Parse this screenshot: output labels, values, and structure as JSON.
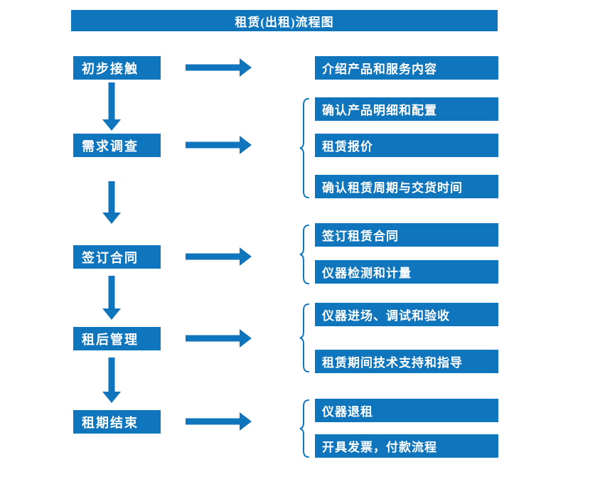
{
  "title": "租赁(出租)流程图",
  "colors": {
    "primary": "#0f75bc",
    "box_text": "#ffffff"
  },
  "steps": [
    {
      "label": "初步接触",
      "outputs": [
        "介绍产品和服务内容"
      ]
    },
    {
      "label": "需求调查",
      "outputs": [
        "确认产品明细和配置",
        "租赁报价",
        "确认租赁周期与交货时间"
      ]
    },
    {
      "label": "签订合同",
      "outputs": [
        "签订租赁合同",
        "仪器检测和计量"
      ]
    },
    {
      "label": "租后管理",
      "outputs": [
        "仪器进场、调试和验收",
        "租赁期间技术支持和指导"
      ]
    },
    {
      "label": "租期结束",
      "outputs": [
        "仪器退租",
        "开具发票，付款流程"
      ]
    }
  ]
}
